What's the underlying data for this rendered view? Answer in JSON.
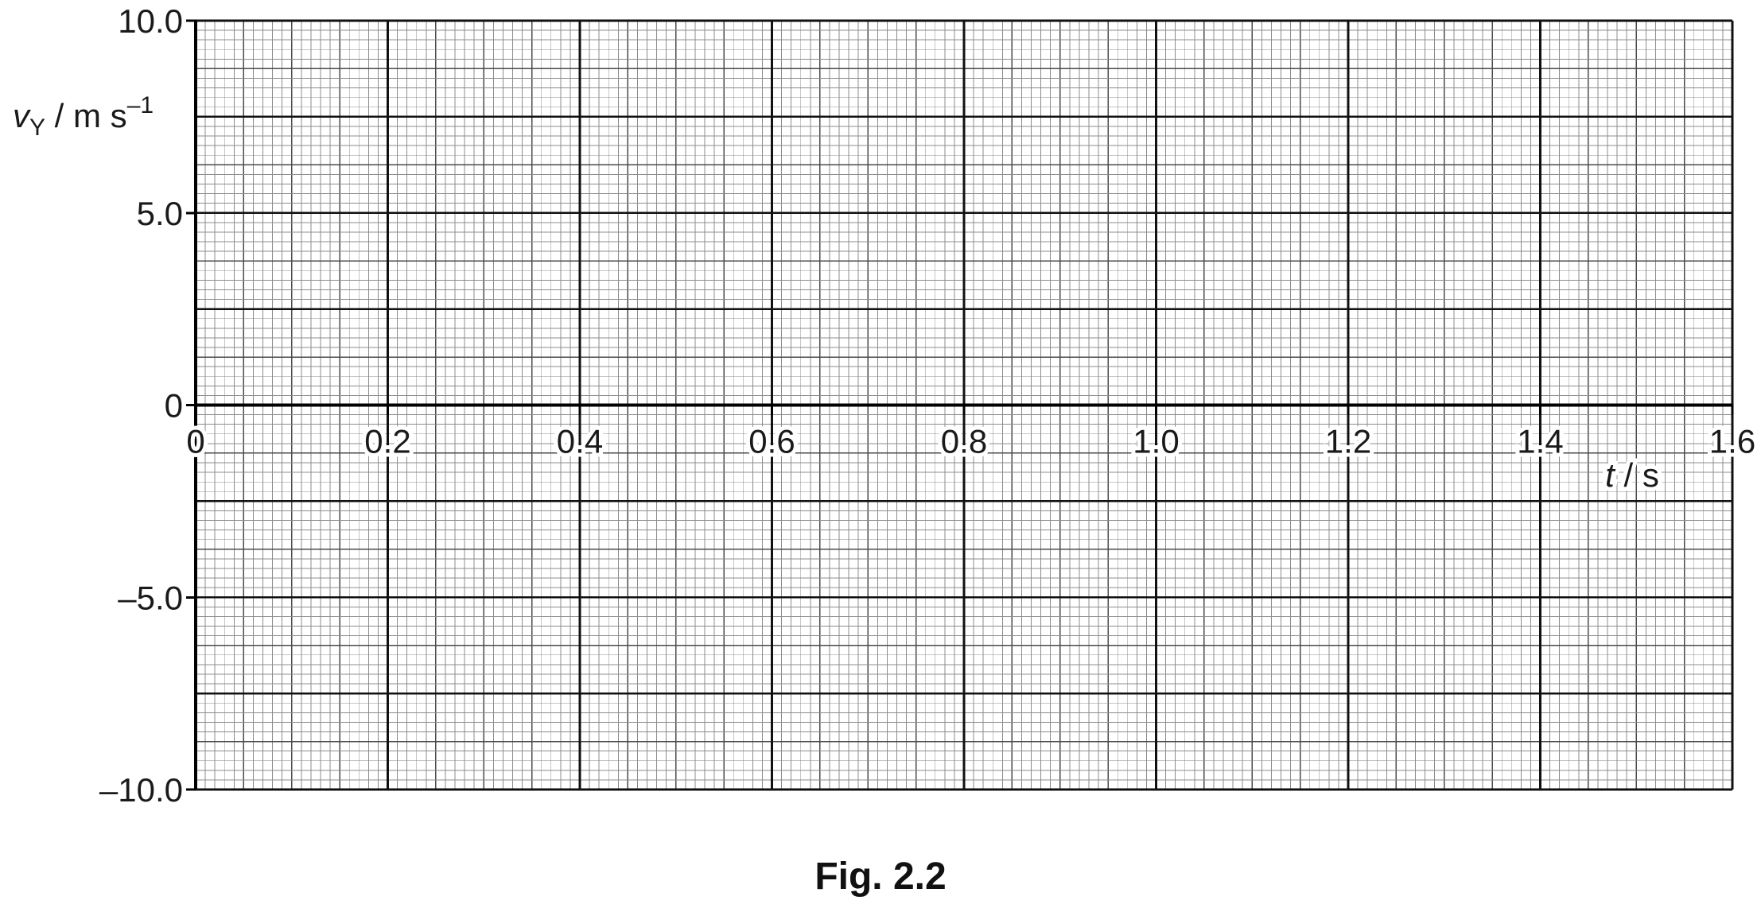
{
  "chart_data": {
    "type": "line",
    "title": "",
    "caption": "Fig. 2.2",
    "xlabel": {
      "symbol": "t",
      "unit": "s"
    },
    "ylabel": {
      "symbol": "v",
      "subscript": "Y",
      "unit": "m s",
      "unit_exponent": "–1"
    },
    "xlim": [
      0,
      1.6
    ],
    "ylim": [
      -10.0,
      10.0
    ],
    "x_ticks": [
      0,
      0.2,
      0.4,
      0.6,
      0.8,
      1.0,
      1.2,
      1.4,
      1.6
    ],
    "x_tick_labels": [
      "0",
      "0.2",
      "0.4",
      "0.6",
      "0.8",
      "1.0",
      "1.2",
      "1.4",
      "1.6"
    ],
    "y_ticks": [
      10.0,
      5.0,
      0,
      -5.0,
      -10.0
    ],
    "y_tick_labels": [
      "10.0",
      "5.0",
      "0",
      "–5.0",
      "–10.0"
    ],
    "grid": {
      "on": true,
      "major_x_step": 0.2,
      "minor_x_step": 0.01,
      "major_y_step": 2.5,
      "minor_y_step": 0.25
    },
    "series": []
  }
}
